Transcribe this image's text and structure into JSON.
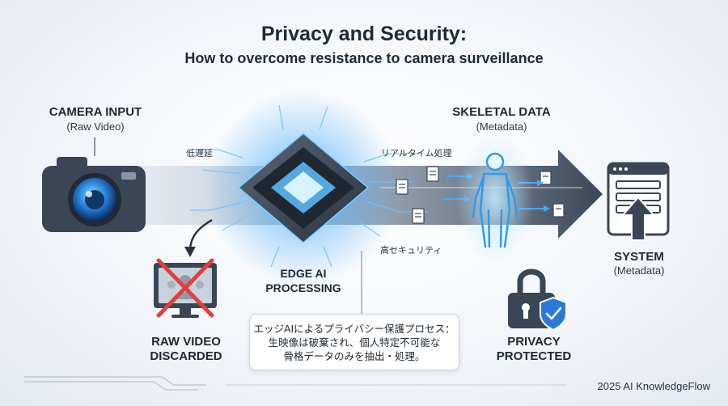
{
  "header": {
    "title": "Privacy and Security:",
    "subtitle": "How to overcome resistance to camera surveillance"
  },
  "camera": {
    "title": "CAMERA INPUT",
    "subtitle": "(Raw Video)"
  },
  "flow_labels": {
    "low_latency": "低遅延",
    "realtime": "リアルタイム処理",
    "high_security": "高セキュリティ"
  },
  "edge": {
    "line1": "EDGE AI",
    "line2": "PROCESSING"
  },
  "skeletal": {
    "title": "SKELETAL DATA",
    "subtitle": "(Metadata)"
  },
  "system": {
    "title": "SYSTEM",
    "subtitle": "(Metadata)"
  },
  "discarded": {
    "line1": "RAW VIDEO",
    "line2": "DISCARDED"
  },
  "privacy": {
    "line1": "PRIVACY",
    "line2": "PROTECTED"
  },
  "note": {
    "line1": "エッジAIによるプライバシー保護プロセス：",
    "line2": "生映像は破棄され、個人特定不可能な",
    "line3": "骨格データのみを抽出・処理。"
  },
  "footer": {
    "credit": "2025 AI KnowledgeFlow"
  },
  "colors": {
    "arrow_dark": "#3a4656",
    "accent_blue": "#2e9bf0",
    "discard_red": "#e0413b",
    "shield_blue": "#2b7bd6"
  }
}
